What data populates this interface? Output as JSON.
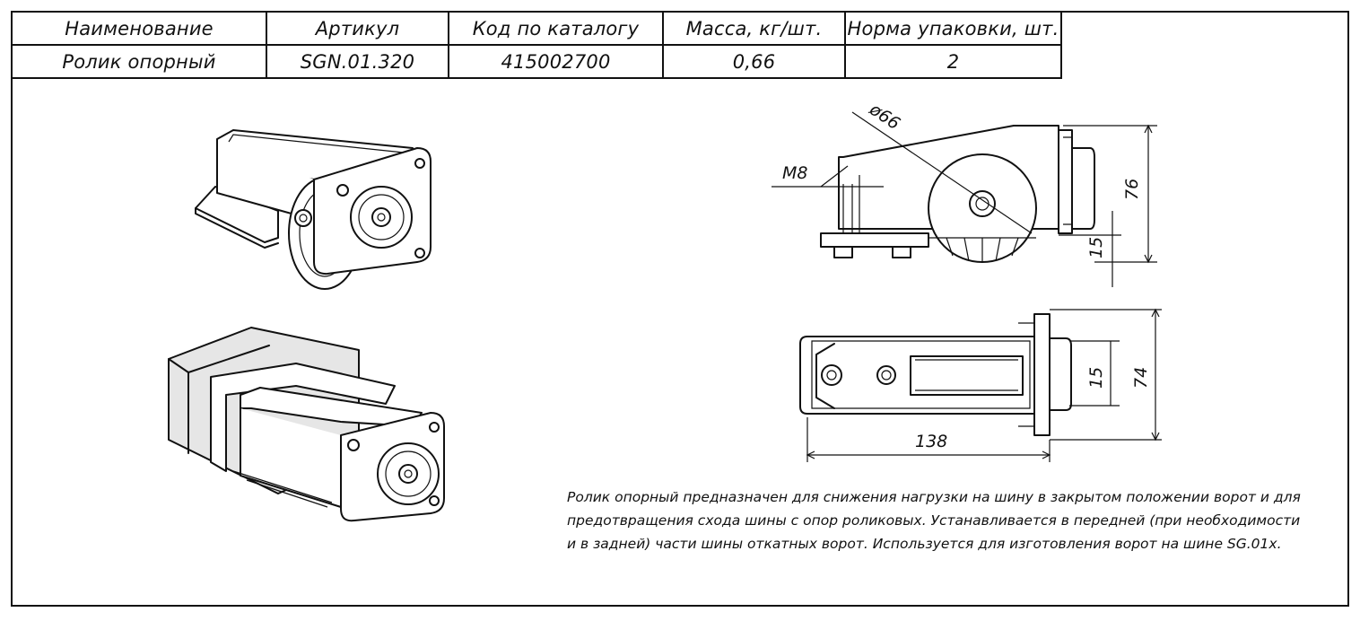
{
  "table": {
    "headers": [
      "Наименование",
      "Артикул",
      "Код по каталогу",
      "Масса, кг/шт.",
      "Норма упаковки, шт."
    ],
    "row": [
      "Ролик опорный",
      "SGN.01.320",
      "415002700",
      "0,66",
      "2"
    ]
  },
  "dimensions": {
    "diameter": "ø66",
    "thread": "M8",
    "height": "76",
    "offset_side": "15",
    "width_top": "74",
    "offset_top": "15",
    "length": "138"
  },
  "description": {
    "lines": [
      "Ролик опорный предназначен для снижения нагрузки на шину в закрытом положении ворот и для",
      "предотвращения схода шины с опор роликовых. Устанавливается в передней (при необходимости",
      "и в задней) части шины откатных ворот. Используется для изготовления ворот на шине SG.01x."
    ]
  }
}
